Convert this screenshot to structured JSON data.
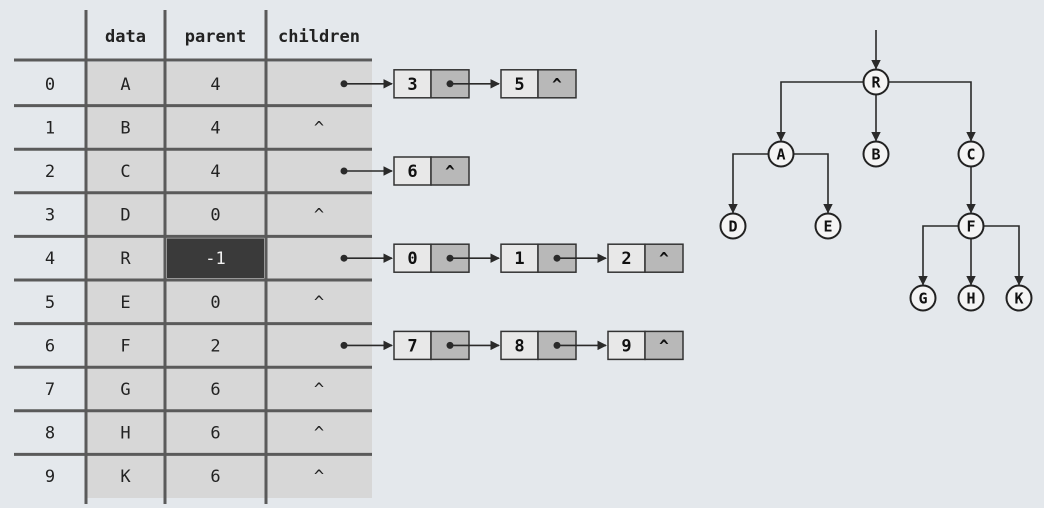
{
  "table": {
    "headers": {
      "index": "",
      "data": "data",
      "parent": "parent",
      "children": "children"
    },
    "rows": [
      {
        "index": "0",
        "data": "A",
        "parent": "4",
        "children": ""
      },
      {
        "index": "1",
        "data": "B",
        "parent": "4",
        "children": "^"
      },
      {
        "index": "2",
        "data": "C",
        "parent": "4",
        "children": ""
      },
      {
        "index": "3",
        "data": "D",
        "parent": "0",
        "children": "^"
      },
      {
        "index": "4",
        "data": "R",
        "parent": "-1",
        "children": "",
        "highlight": true
      },
      {
        "index": "5",
        "data": "E",
        "parent": "0",
        "children": "^"
      },
      {
        "index": "6",
        "data": "F",
        "parent": "2",
        "children": ""
      },
      {
        "index": "7",
        "data": "G",
        "parent": "6",
        "children": "^"
      },
      {
        "index": "8",
        "data": "H",
        "parent": "6",
        "children": "^"
      },
      {
        "index": "9",
        "data": "K",
        "parent": "6",
        "children": "^"
      }
    ]
  },
  "child_lists": [
    {
      "row": 0,
      "nodes": [
        "3",
        "5"
      ]
    },
    {
      "row": 2,
      "nodes": [
        "6"
      ]
    },
    {
      "row": 4,
      "nodes": [
        "0",
        "1",
        "2"
      ]
    },
    {
      "row": 6,
      "nodes": [
        "7",
        "8",
        "9"
      ]
    }
  ],
  "null_marker": "^",
  "tree": {
    "nodes": [
      {
        "id": "R",
        "label": "R"
      },
      {
        "id": "A",
        "label": "A"
      },
      {
        "id": "B",
        "label": "B"
      },
      {
        "id": "C",
        "label": "C"
      },
      {
        "id": "D",
        "label": "D"
      },
      {
        "id": "E",
        "label": "E"
      },
      {
        "id": "F",
        "label": "F"
      },
      {
        "id": "G",
        "label": "G"
      },
      {
        "id": "H",
        "label": "H"
      },
      {
        "id": "K",
        "label": "K"
      }
    ],
    "edges": [
      [
        "R",
        "A"
      ],
      [
        "R",
        "B"
      ],
      [
        "R",
        "C"
      ],
      [
        "A",
        "D"
      ],
      [
        "A",
        "E"
      ],
      [
        "C",
        "F"
      ],
      [
        "F",
        "G"
      ],
      [
        "F",
        "H"
      ],
      [
        "F",
        "K"
      ]
    ],
    "root_pointer": "R"
  },
  "colors": {
    "background": "#e4e8ec",
    "cell": "#d7d7d7",
    "highlight_cell": "#3a3a3a",
    "highlight_text": "#f2f2f2",
    "node_box": "#e8e8e8",
    "node_pointer": "#b8b8b8",
    "line": "#2a2a2a"
  }
}
